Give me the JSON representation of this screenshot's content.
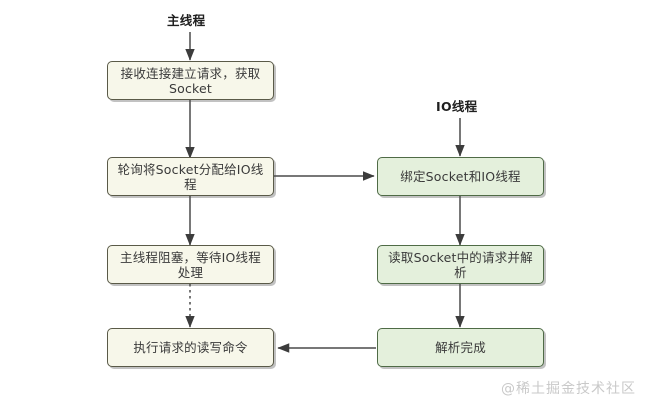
{
  "diagram": {
    "title_labels": {
      "main_thread": "主线程",
      "io_thread": "IO线程"
    },
    "nodes": {
      "accept_socket": "接收连接建立请求，获取Socket",
      "dispatch_socket": "轮询将Socket分配给IO线程",
      "main_thread_block": "主线程阻塞，等待IO线程处理",
      "execute_command": "执行请求的读写命令",
      "bind_socket": "绑定Socket和IO线程",
      "read_parse": "读取Socket中的请求并解析",
      "parse_done": "解析完成"
    },
    "colors": {
      "cream_fill": "#f7f7ea",
      "cream_stroke": "#5a5a48",
      "green_fill": "#e4f0dc",
      "green_stroke": "#4f6b46",
      "edge": "#4a4a4a",
      "text": "#3a3a3a",
      "watermark": "#c9c9c9"
    },
    "watermark": "@稀土掘金技术社区"
  }
}
